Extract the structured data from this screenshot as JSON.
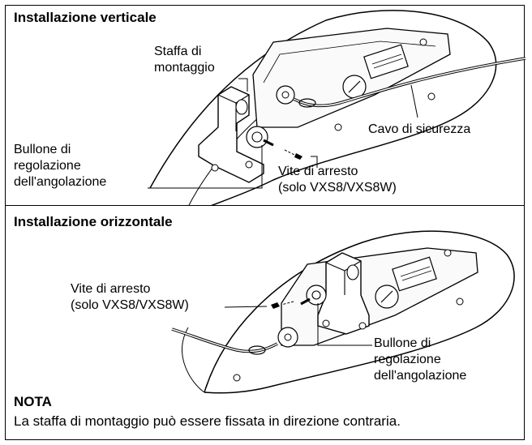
{
  "vertical": {
    "title": "Installazione verticale",
    "label_bracket_line1": "Staffa di",
    "label_bracket_line2": "montaggio",
    "label_cable": "Cavo di sicurezza",
    "label_bolt_line1": "Bullone di",
    "label_bolt_line2": "regolazione",
    "label_bolt_line3": "dell'angolazione",
    "label_screw_line1": "Vite di arresto",
    "label_screw_line2": "(solo VXS8/VXS8W)"
  },
  "horizontal": {
    "title": "Installazione orizzontale",
    "label_screw_line1": "Vite di arresto",
    "label_screw_line2": "(solo VXS8/VXS8W)",
    "label_bolt_line1": "Bullone di",
    "label_bolt_line2": "regolazione",
    "label_bolt_line3": "dell'angolazione"
  },
  "note": {
    "title": "NOTA",
    "text": "La staffa di montaggio può essere fissata in direzione contraria."
  }
}
